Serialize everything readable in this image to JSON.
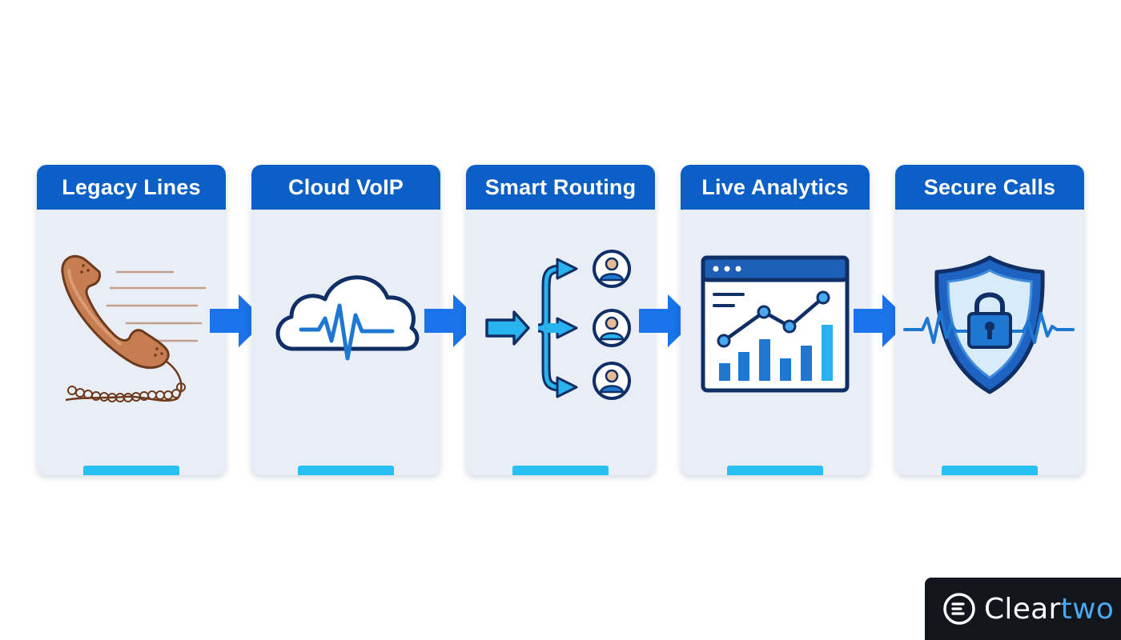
{
  "steps": [
    {
      "title": "Legacy Lines",
      "icon": "telephone-handset-icon"
    },
    {
      "title": "Cloud VoIP",
      "icon": "cloud-waveform-icon"
    },
    {
      "title": "Smart Routing",
      "icon": "routing-branches-icon"
    },
    {
      "title": "Live Analytics",
      "icon": "analytics-dashboard-icon"
    },
    {
      "title": "Secure Calls",
      "icon": "shield-lock-icon"
    }
  ],
  "connector": {
    "icon": "arrow-right-icon"
  },
  "brand": {
    "name_part1": "Clear",
    "name_part2": "two",
    "icon": "brand-mark-icon"
  },
  "colors": {
    "header": "#0c5fc6",
    "arrow": "#1a73e8",
    "accent_bar": "#27c0f0",
    "icon_dark": "#0f2f66",
    "icon_blue": "#1e78d2",
    "handset": "#b9683d"
  }
}
